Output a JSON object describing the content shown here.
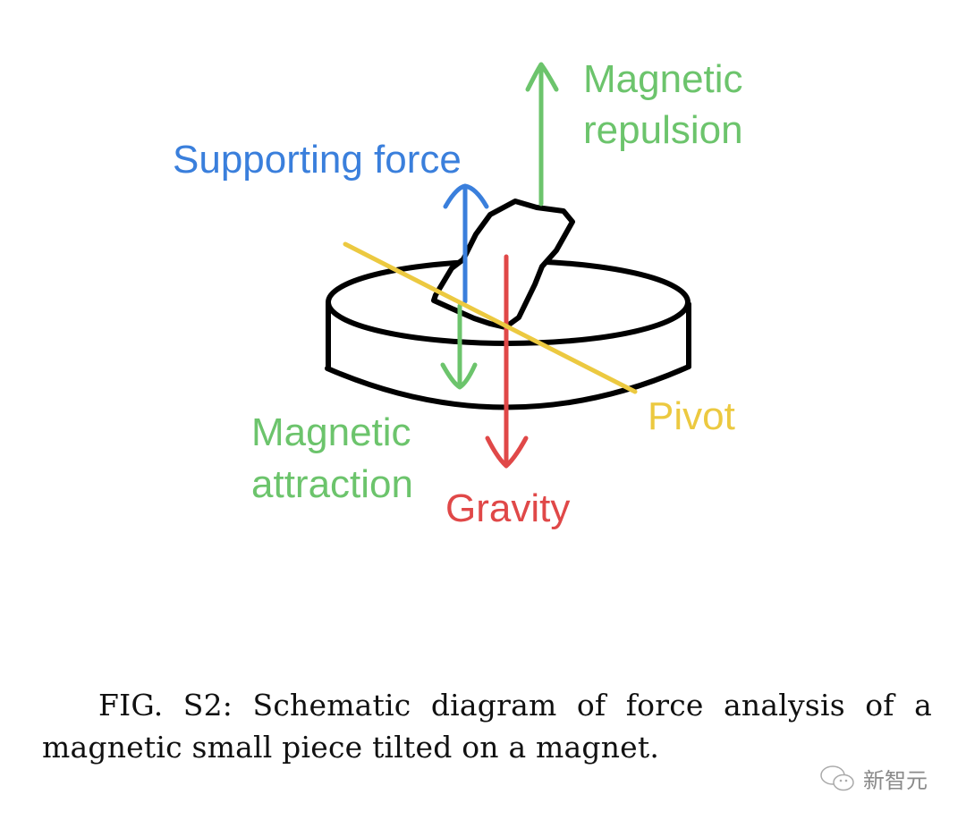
{
  "labels": {
    "supporting_force": "Supporting force",
    "magnetic_repulsion_1": "Magnetic",
    "magnetic_repulsion_2": "repulsion",
    "magnetic_attraction_1": "Magnetic",
    "magnetic_attraction_2": "attraction",
    "pivot": "Pivot",
    "gravity": "Gravity"
  },
  "colors": {
    "supporting": "#3a7fdc",
    "magnetic": "#6cc46c",
    "gravity": "#e04848",
    "pivot": "#ecc940",
    "outline": "#000000"
  },
  "caption": "FIG. S2:  Schematic diagram of force analysis of a magnetic small piece tilted on a magnet.",
  "watermark": "新智元"
}
